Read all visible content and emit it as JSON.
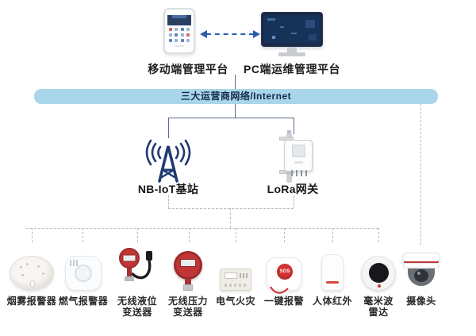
{
  "diagram": {
    "platforms": {
      "mobile_label": "移动端管理平台",
      "pc_label": "PC端运维管理平台"
    },
    "network_bar_label": "三大运营商网络/Internet",
    "gateways": {
      "nbiot_label": "NB-IoT基站",
      "lora_label": "LoRa网关"
    },
    "devices": [
      {
        "line1": "烟雾报警器"
      },
      {
        "line1": "燃气报警器"
      },
      {
        "line1": "无线液位",
        "line2": "变送器"
      },
      {
        "line1": "无线压力",
        "line2": "变送器"
      },
      {
        "line1": "电气火灾"
      },
      {
        "line1": "一键报警",
        "button_text": "SOS"
      },
      {
        "line1": "人体红外"
      },
      {
        "line1": "毫米波",
        "line2": "雷达"
      },
      {
        "line1": "摄像头"
      }
    ],
    "colors": {
      "bar_fill": "#a9d6ea",
      "bar_text": "#16294d",
      "solid_line": "#5a6b8e",
      "dashed_line": "#b6bdc5",
      "arrow_blue": "#2b5cad",
      "antenna_navy": "#203a72",
      "device_red": "#c13536"
    }
  }
}
